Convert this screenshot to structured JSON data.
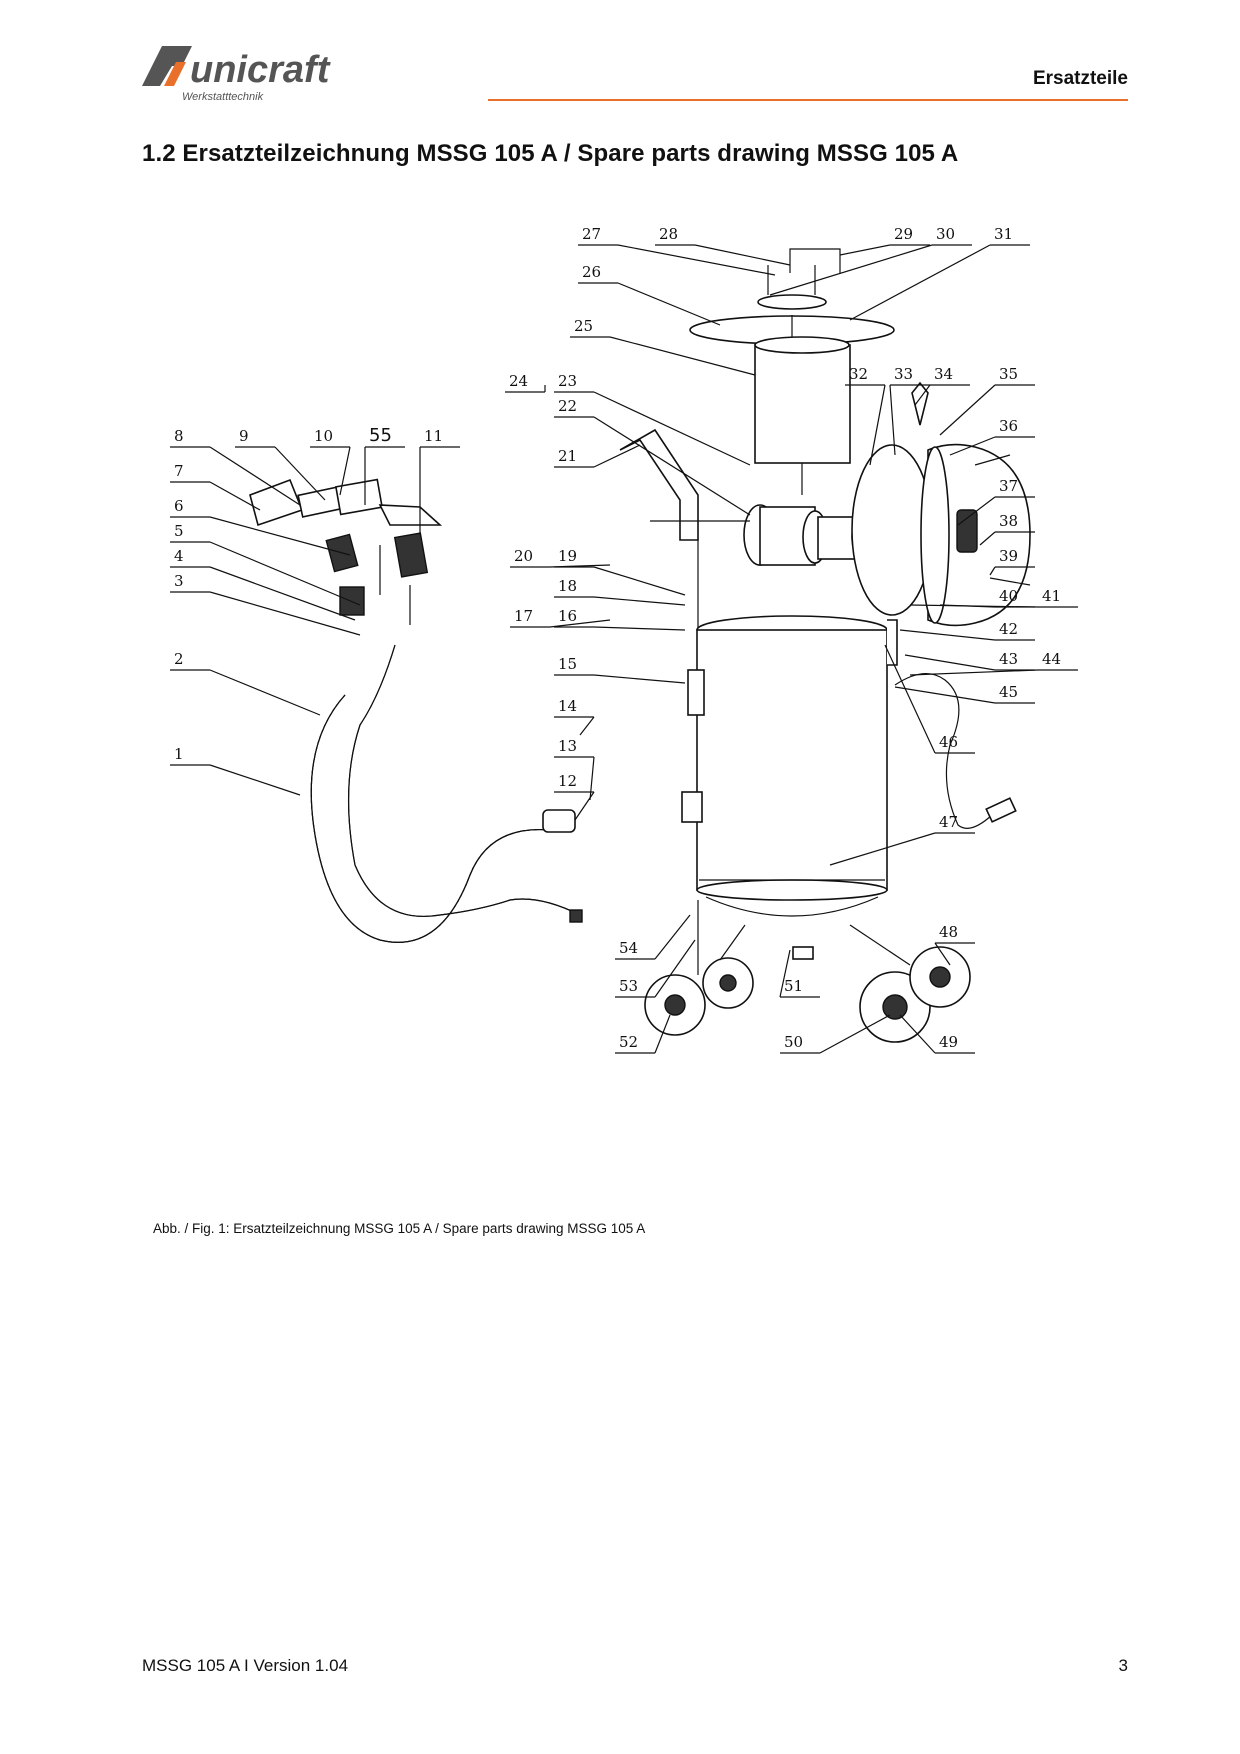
{
  "header": {
    "logo_text": "unicraft",
    "logo_subtitle": "Werkstatttechnik",
    "section": "Ersatzteile",
    "accent_color": "#e8702a",
    "logo_color": "#555555"
  },
  "title": "1.2  Ersatzteilzeichnung MSSG 105 A / Spare parts drawing MSSG 105 A",
  "drawing": {
    "part_numbers": [
      "1",
      "2",
      "3",
      "4",
      "5",
      "6",
      "7",
      "8",
      "9",
      "10",
      "55",
      "11",
      "12",
      "13",
      "14",
      "15",
      "16",
      "17",
      "18",
      "19",
      "20",
      "21",
      "22",
      "23",
      "24",
      "25",
      "26",
      "27",
      "28",
      "29",
      "30",
      "31",
      "32",
      "33",
      "34",
      "35",
      "36",
      "37",
      "38",
      "39",
      "40",
      "41",
      "42",
      "43",
      "44",
      "45",
      "46",
      "47",
      "48",
      "49",
      "50",
      "51",
      "52",
      "53",
      "54"
    ]
  },
  "caption": "Abb. / Fig. 1: Ersatzteilzeichnung MSSG 105 A / Spare parts drawing MSSG 105 A",
  "footer": {
    "left": "MSSG 105 A I Version 1.04",
    "page": "3"
  }
}
